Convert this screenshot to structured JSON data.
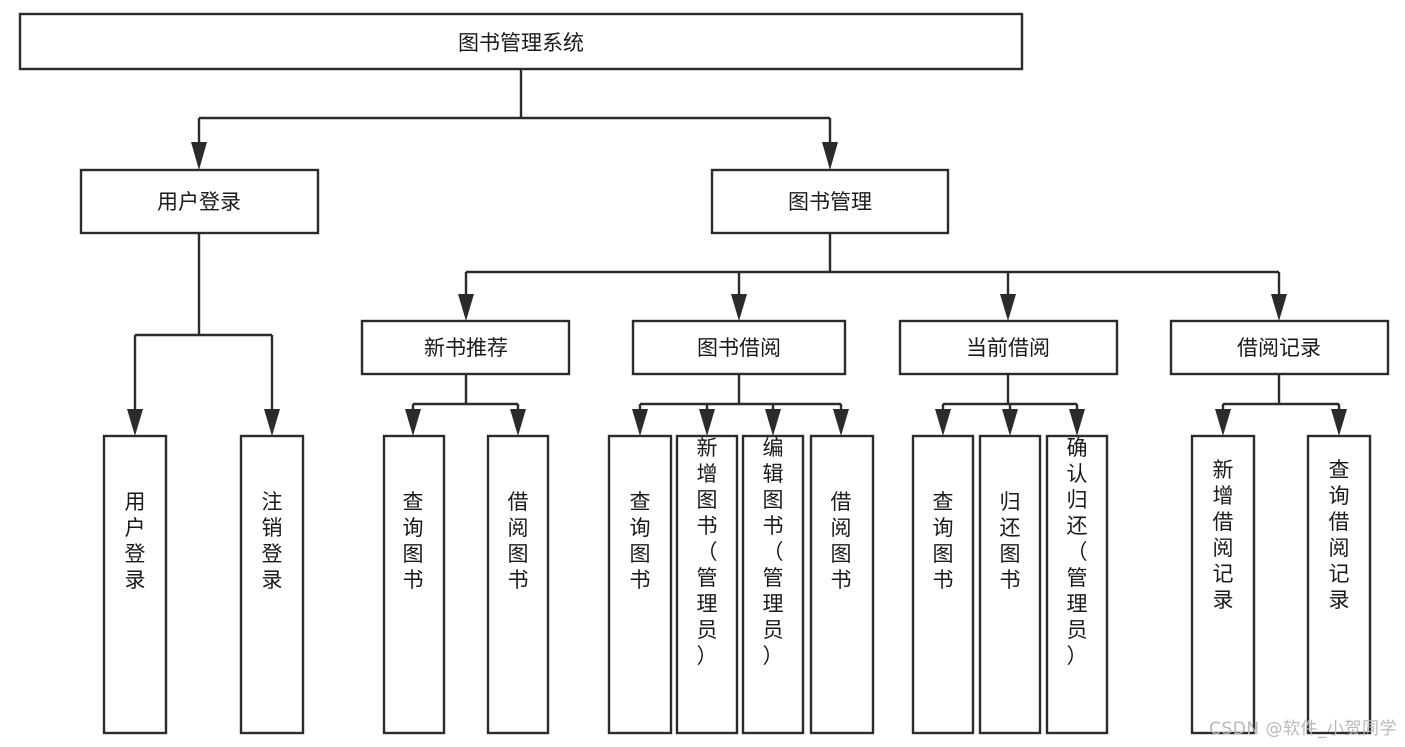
{
  "diagram": {
    "type": "hierarchy-tree",
    "title": "图书管理系统",
    "watermark": "CSDN @软件_小贺同学",
    "colors": {
      "stroke": "#2b2b2b",
      "fill": "#ffffff",
      "text": "#1a1a1a",
      "watermark": "#b9b9b9",
      "background": "#ffffff"
    },
    "nodes": {
      "root": {
        "label": "图书管理系统",
        "orientation": "horizontal"
      },
      "level2": [
        {
          "id": "user-login",
          "label": "用户登录",
          "orientation": "horizontal"
        },
        {
          "id": "book-management",
          "label": "图书管理",
          "orientation": "horizontal"
        }
      ],
      "level3": [
        {
          "id": "new-book-recommend",
          "label": "新书推荐",
          "orientation": "horizontal"
        },
        {
          "id": "book-borrow",
          "label": "图书借阅",
          "orientation": "horizontal"
        },
        {
          "id": "current-borrow",
          "label": "当前借阅",
          "orientation": "horizontal"
        },
        {
          "id": "borrow-record",
          "label": "借阅记录",
          "orientation": "horizontal"
        }
      ],
      "leaves": {
        "user-login": [
          {
            "id": "leaf-user-login",
            "label": "用户登录",
            "orientation": "vertical"
          },
          {
            "id": "leaf-logout",
            "label": "注销登录",
            "orientation": "vertical"
          }
        ],
        "new-book-recommend": [
          {
            "id": "leaf-query-book-1",
            "label": "查询图书",
            "orientation": "vertical"
          },
          {
            "id": "leaf-borrow-book-1",
            "label": "借阅图书",
            "orientation": "vertical"
          }
        ],
        "book-borrow": [
          {
            "id": "leaf-query-book-2",
            "label": "查询图书",
            "orientation": "vertical"
          },
          {
            "id": "leaf-add-book",
            "label": "新增图书（管理员）",
            "orientation": "vertical"
          },
          {
            "id": "leaf-edit-book",
            "label": "编辑图书（管理员）",
            "orientation": "vertical"
          },
          {
            "id": "leaf-borrow-book-2",
            "label": "借阅图书",
            "orientation": "vertical"
          }
        ],
        "current-borrow": [
          {
            "id": "leaf-query-book-3",
            "label": "查询图书",
            "orientation": "vertical"
          },
          {
            "id": "leaf-return-book",
            "label": "归还图书",
            "orientation": "vertical"
          },
          {
            "id": "leaf-confirm-return",
            "label": "确认归还（管理员）",
            "orientation": "vertical"
          }
        ],
        "borrow-record": [
          {
            "id": "leaf-add-record",
            "label": "新增借阅记录",
            "orientation": "vertical"
          },
          {
            "id": "leaf-query-record",
            "label": "查询借阅记录",
            "orientation": "vertical"
          }
        ]
      }
    }
  }
}
